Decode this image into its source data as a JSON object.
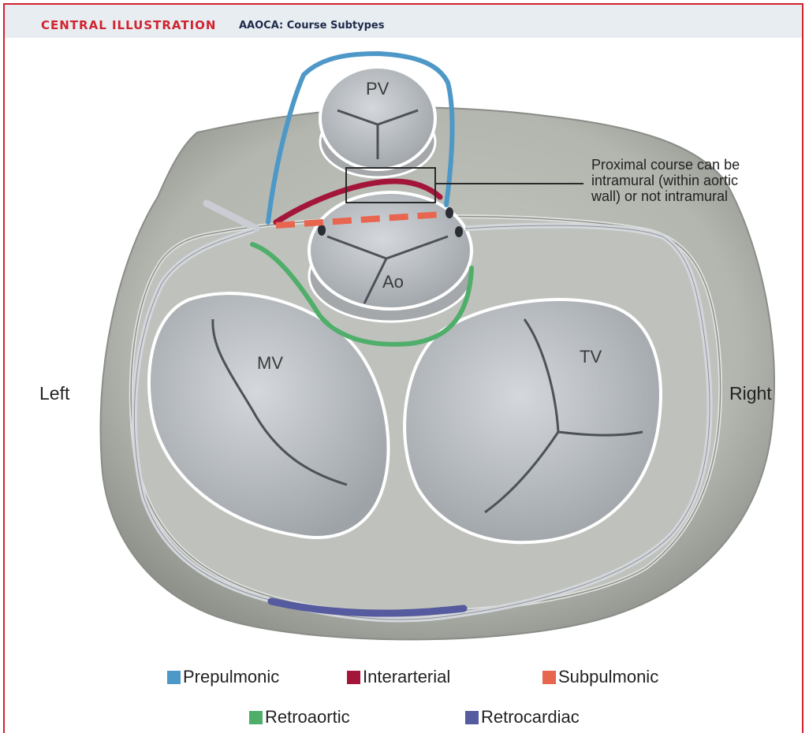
{
  "header": {
    "kicker": "CENTRAL ILLUSTRATION",
    "title": "AAOCA: Course Subtypes"
  },
  "orientation": {
    "left": "Left",
    "right": "Right"
  },
  "valves": {
    "pv": "PV",
    "ao": "Ao",
    "mv": "MV",
    "tv": "TV"
  },
  "annotation": {
    "text": "Proximal course can be\nintramural (within aortic\nwall) or not intramural"
  },
  "legend": [
    {
      "label": "Prepulmonic",
      "color": "#4e98c8"
    },
    {
      "label": "Interarterial",
      "color": "#a3163a"
    },
    {
      "label": "Subpulmonic",
      "color": "#e8654f"
    },
    {
      "label": "Retroaortic",
      "color": "#4fae6a"
    },
    {
      "label": "Retrocardiac",
      "color": "#565a9e"
    }
  ]
}
